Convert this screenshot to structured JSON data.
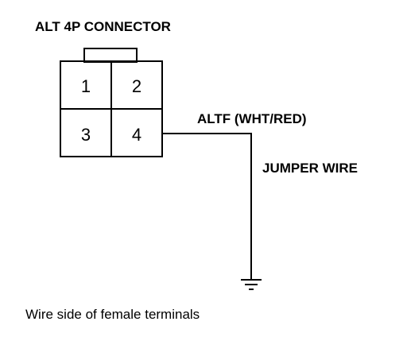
{
  "diagram": {
    "connector_title": "ALT 4P CONNECTOR",
    "pins": [
      "1",
      "2",
      "3",
      "4"
    ],
    "wire_label": "ALTF (WHT/RED)",
    "jumper_label": "JUMPER WIRE",
    "caption": "Wire side of female terminals",
    "connected_pin": "4",
    "ground_icon": "ground-symbol-icon"
  }
}
